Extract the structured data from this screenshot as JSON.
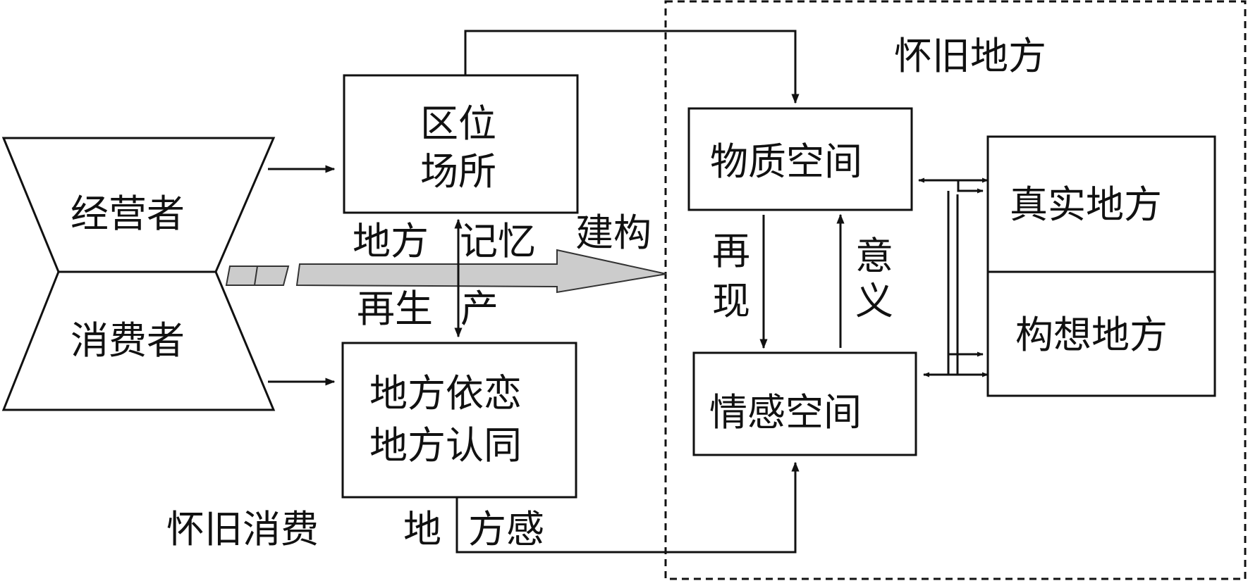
{
  "region_title": "怀旧地方",
  "actors": {
    "top": "经营者",
    "bottom": "消费者"
  },
  "boxes": {
    "location": [
      "区位",
      "场所"
    ],
    "attachment": [
      "地方依恋",
      "地方认同"
    ],
    "material_space": "物质空间",
    "emotional_space": "情感空间",
    "real_place": "真实地方",
    "imagined_place": "构想地方"
  },
  "labels": {
    "place_memory_a": "地方",
    "place_memory_b": "记忆",
    "construct": "建构",
    "reproduction_a": "再生",
    "reproduction_b": "产",
    "nostalgic_consumption": "怀旧消费",
    "sense_of_place_a": "地",
    "sense_of_place_b": "方感",
    "representation": [
      "再",
      "现"
    ],
    "meaning": [
      "意",
      "义"
    ]
  }
}
